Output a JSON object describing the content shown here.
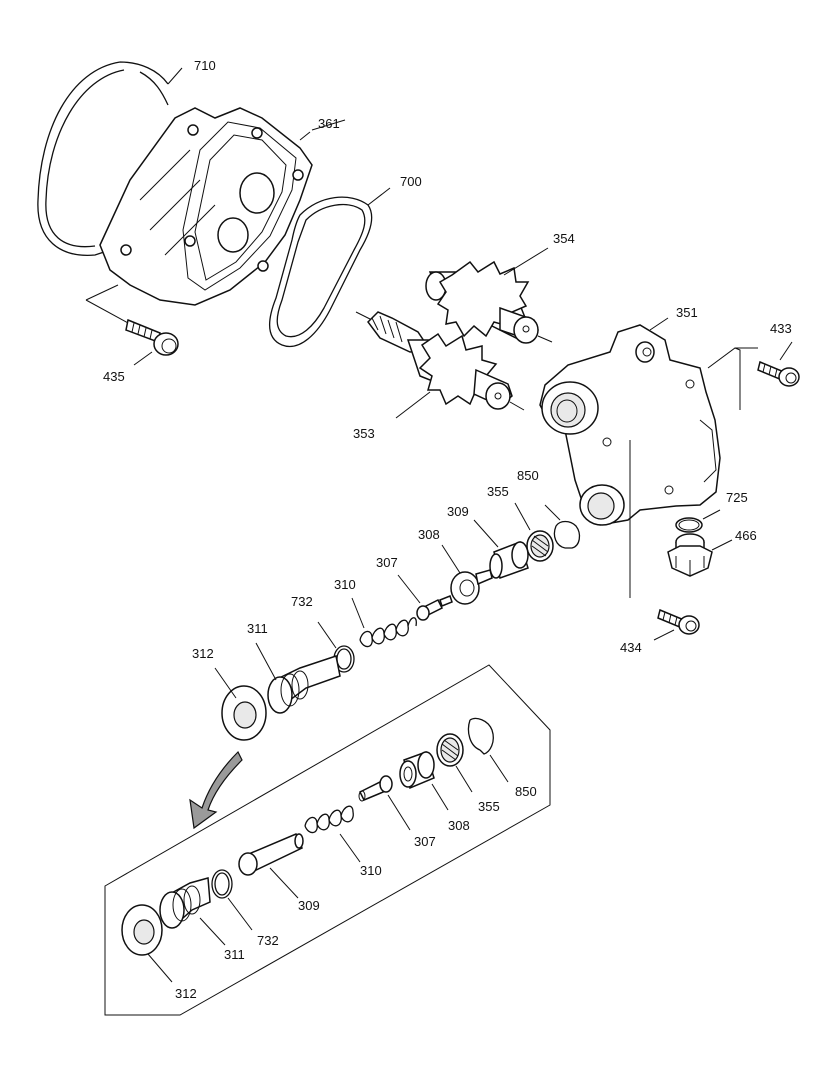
{
  "labels": {
    "l710": "710",
    "l361": "361",
    "l700": "700",
    "l354": "354",
    "l351": "351",
    "l433": "433",
    "l435": "435",
    "l353": "353",
    "l850a": "850",
    "l355a": "355",
    "l309a": "309",
    "l308a": "308",
    "l307a": "307",
    "l310a": "310",
    "l732a": "732",
    "l311a": "311",
    "l312a": "312",
    "l725": "725",
    "l466": "466",
    "l434": "434",
    "l850b": "850",
    "l355b": "355",
    "l308b": "308",
    "l307b": "307",
    "l310b": "310",
    "l309b": "309",
    "l732b": "732",
    "l311b": "311",
    "l312b": "312"
  }
}
